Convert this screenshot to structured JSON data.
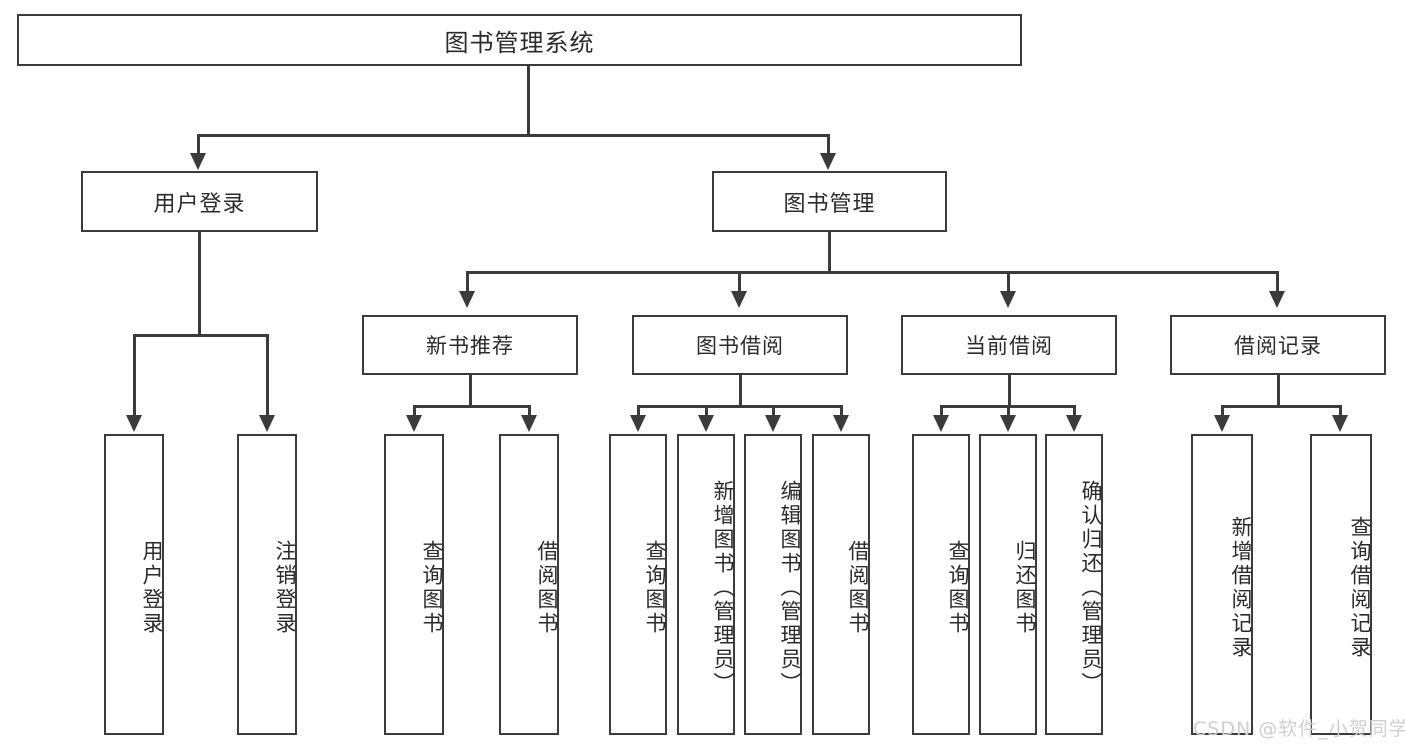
{
  "diagram": {
    "title": "图书管理系统",
    "type": "tree-hierarchy-chart",
    "watermark": "CSDN @软件_小贺同学",
    "colors": {
      "stroke": "#3b3b3b",
      "fill": "#ffffff",
      "text": "#2b2b2b",
      "watermark": "#cfcfcf"
    }
  },
  "nodes": {
    "root": {
      "label": "图书管理系统"
    },
    "level2": [
      {
        "label": "用户登录"
      },
      {
        "label": "图书管理"
      }
    ],
    "level3": [
      {
        "label": "新书推荐"
      },
      {
        "label": "图书借阅"
      },
      {
        "label": "当前借阅"
      },
      {
        "label": "借阅记录"
      }
    ],
    "leaves": {
      "user_login": [
        {
          "label": "用户登录"
        },
        {
          "label": "注销登录"
        }
      ],
      "new_book_recommend": [
        {
          "label": "查询图书"
        },
        {
          "label": "借阅图书"
        }
      ],
      "book_borrow": [
        {
          "label": "查询图书"
        },
        {
          "label": "新增图书（管理员）"
        },
        {
          "label": "编辑图书（管理员）"
        },
        {
          "label": "借阅图书"
        }
      ],
      "current_borrow": [
        {
          "label": "查询图书"
        },
        {
          "label": "归还图书"
        },
        {
          "label": "确认归还（管理员）"
        }
      ],
      "borrow_records": [
        {
          "label": "新增借阅记录"
        },
        {
          "label": "查询借阅记录"
        }
      ]
    }
  }
}
